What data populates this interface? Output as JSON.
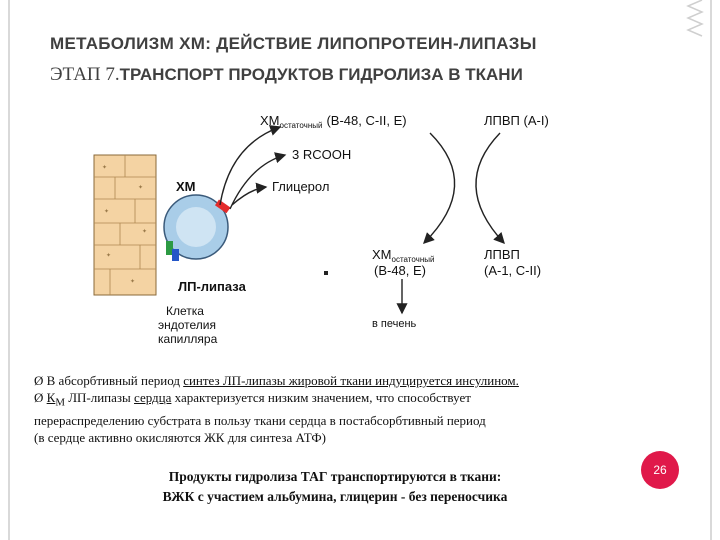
{
  "title": {
    "line1": "МЕТАБОЛИЗМ ХМ: ДЕЙСТВИЕ ЛИПОПРОТЕИН-ЛИПАЗЫ",
    "line2_stage": "ЭТАП 7.",
    "line2_rest": "ТРАНСПОРТ ПРОДУКТОВ ГИДРОЛИЗА В ТКАНИ"
  },
  "diagram": {
    "xm_residual_top": "ХМ",
    "residual_sub": "остаточный",
    "xm_residual_top_apo": "(B-48, C-II, E)",
    "hdl_top": "ЛПВП (A-I)",
    "rcooh": "3 RCOOH",
    "xm": "ХМ",
    "glycerol": "Глицерол",
    "xm_residual_bottom": "ХМ",
    "xm_residual_bottom_apo": "(B-48, E)",
    "hdl_bottom": "ЛПВП",
    "hdl_bottom_apo": "(A-1, C-II)",
    "to_liver": "в печень",
    "lp_lipase": "ЛП-липаза",
    "cell_label": [
      "Клетка",
      "эндотелия",
      "капилляра"
    ]
  },
  "bullets": {
    "marker": "Ø",
    "b1_pre": "В абсорбтивный период ",
    "b1_underlined": "синтез ЛП-липазы жировой ткани индуцируется инсулином.",
    "b2_k": "К",
    "b2_sub": "М",
    "b2_mid": " ЛП-липазы ",
    "b2_underlined": "сердца",
    "b2_post": " характеризуется низким значением, что способствует",
    "line3": "перераспределению субстрата в пользу ткани сердца в постабсорбтивный период",
    "line4": "(в сердце активно окисляются ЖК для синтеза АТФ)"
  },
  "bottom": {
    "line1": "Продукты гидролиза ТАГ транспортируются в ткани:",
    "line2": "ВЖК с участием альбумина, глицерин - без переносчика"
  },
  "page_number": "26",
  "colors": {
    "page_number_bg": "#e0194a",
    "cell_fill": "#f4d3a3",
    "lipoprotein_fill": "#a9cde8",
    "lipase_red": "#e32b2b",
    "lipase_green": "#2c9a43",
    "lipase_blue": "#2456c8",
    "title_text": "#404040"
  }
}
